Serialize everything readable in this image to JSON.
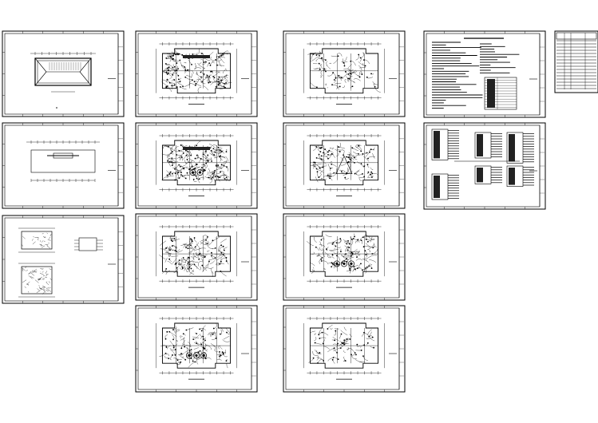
{
  "sheet_set": {
    "title": "",
    "sheet_count": 14,
    "colors": {
      "background": "#ffffff",
      "line": "#000000",
      "fill_dark": "#222222"
    },
    "columns": [
      {
        "id": "col-1",
        "sheets": [
          {
            "id": "s1",
            "kind": "roof-plan"
          },
          {
            "id": "s2",
            "kind": "floor-plan-outline"
          },
          {
            "id": "s3",
            "kind": "details"
          }
        ]
      },
      {
        "id": "col-2",
        "sheets": [
          {
            "id": "s4",
            "kind": "floor-plan"
          },
          {
            "id": "s5",
            "kind": "floor-plan"
          },
          {
            "id": "s6",
            "kind": "floor-plan"
          },
          {
            "id": "s7",
            "kind": "floor-plan"
          }
        ]
      },
      {
        "id": "col-3",
        "sheets": [
          {
            "id": "s8",
            "kind": "floor-plan"
          },
          {
            "id": "s9",
            "kind": "floor-plan"
          },
          {
            "id": "s10",
            "kind": "floor-plan"
          },
          {
            "id": "s11",
            "kind": "floor-plan"
          }
        ]
      },
      {
        "id": "col-4",
        "sheets": [
          {
            "id": "s12",
            "kind": "notes-legend"
          },
          {
            "id": "s13",
            "kind": "system-diagram"
          }
        ]
      },
      {
        "id": "col-5",
        "sheets": [
          {
            "id": "s14",
            "kind": "drawing-index"
          }
        ]
      }
    ]
  }
}
